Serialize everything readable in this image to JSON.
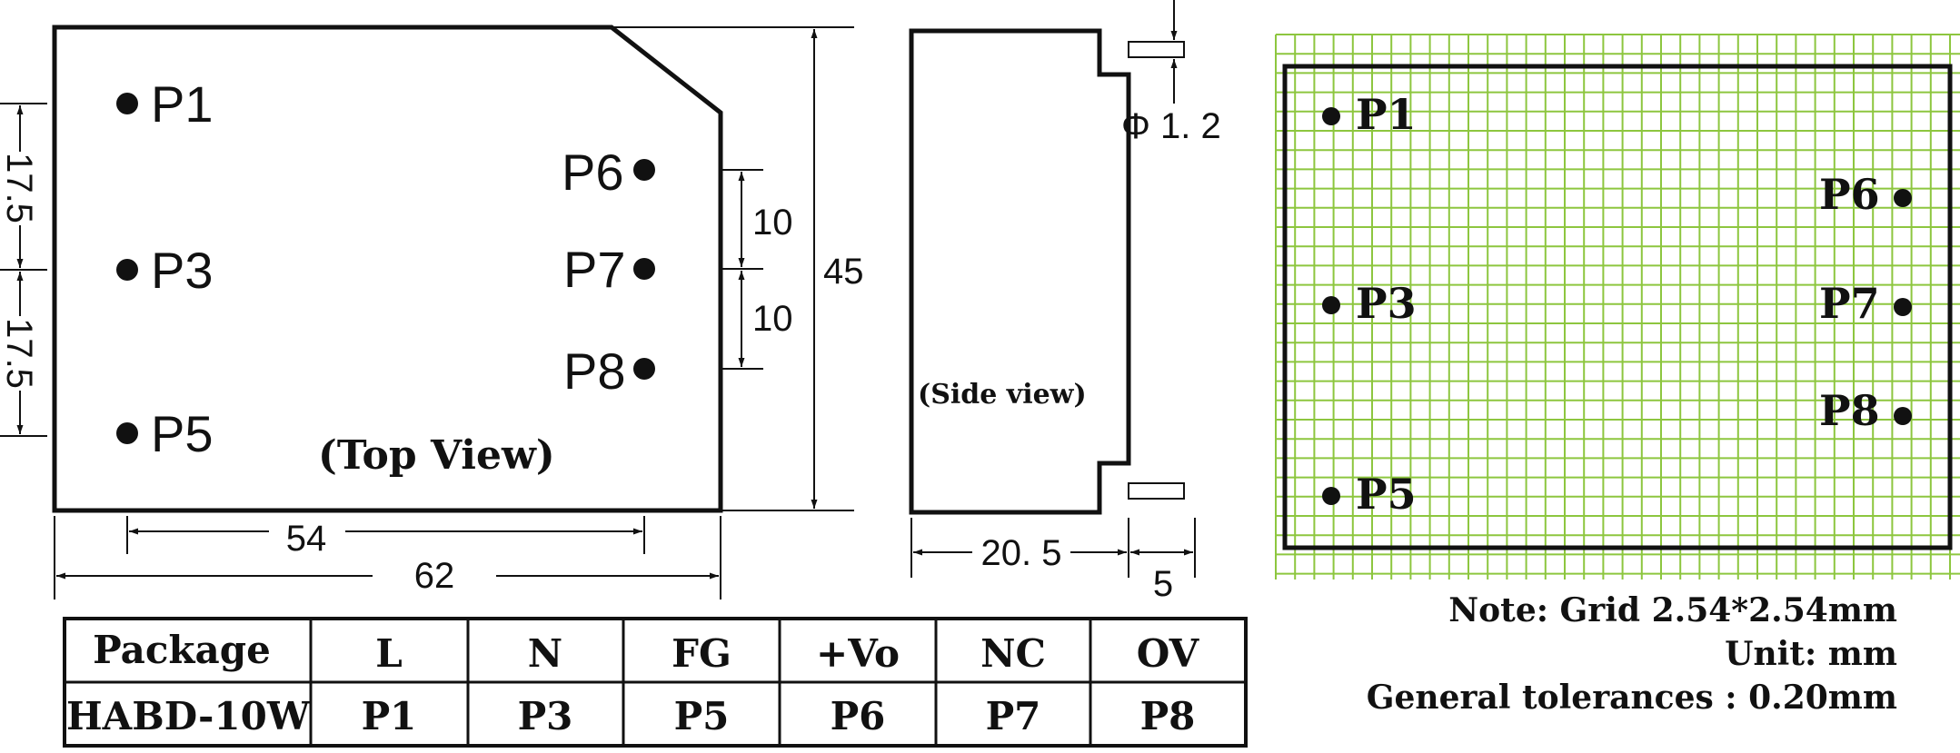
{
  "top_view": {
    "caption": "(Top View)",
    "pins": {
      "p1": "P1",
      "p3": "P3",
      "p5": "P5",
      "p6": "P6",
      "p7": "P7",
      "p8": "P8"
    },
    "dimensions": {
      "width_total": "62",
      "pin_span": "54",
      "height": "45",
      "left_pitch_upper": "17.5",
      "left_pitch_lower": "17.5",
      "right_pitch_upper": "10",
      "right_pitch_lower": "10"
    }
  },
  "side_view": {
    "caption": "(Side view)",
    "pin_diameter": "Φ 1. 2",
    "body_depth": "20. 5",
    "pin_length": "5"
  },
  "grid_view": {
    "pins": {
      "p1": "P1",
      "p3": "P3",
      "p5": "P5",
      "p6": "P6",
      "p7": "P7",
      "p8": "P8"
    },
    "grid_color": "#8dc63f"
  },
  "notes": {
    "line1": "Note: Grid 2.54*2.54mm",
    "line2": "Unit:   mm",
    "line3": "General tolerances :  0.20mm"
  },
  "pin_table": {
    "header": [
      "Package",
      "L",
      "N",
      "FG",
      "+Vo",
      "NC",
      "OV"
    ],
    "row": [
      "HABD-10W",
      "P1",
      "P3",
      "P5",
      "P6",
      "P7",
      "P8"
    ]
  }
}
